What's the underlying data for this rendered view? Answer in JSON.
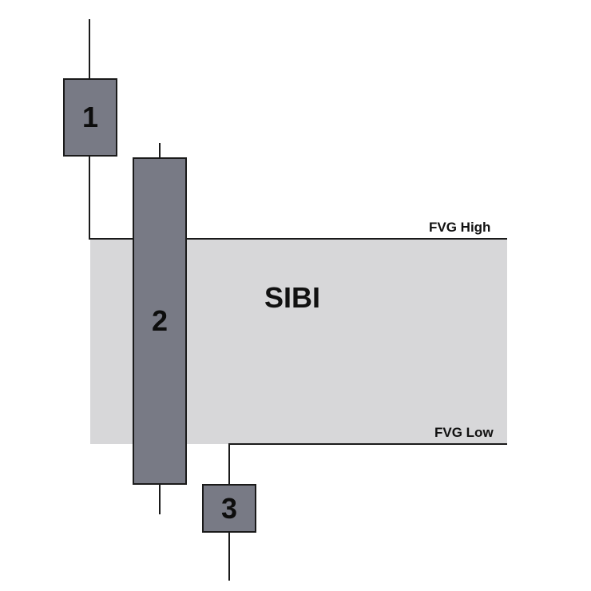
{
  "diagram": {
    "title": "SIBI",
    "fvg_high_label": "FVG High",
    "fvg_low_label": "FVG Low",
    "colors": {
      "candle_body": "#787a85",
      "outline": "#1a1a1a",
      "gap_zone": "#d7d7d9",
      "background": "#ffffff"
    },
    "candles": [
      {
        "label": "1"
      },
      {
        "label": "2"
      },
      {
        "label": "3"
      }
    ]
  }
}
